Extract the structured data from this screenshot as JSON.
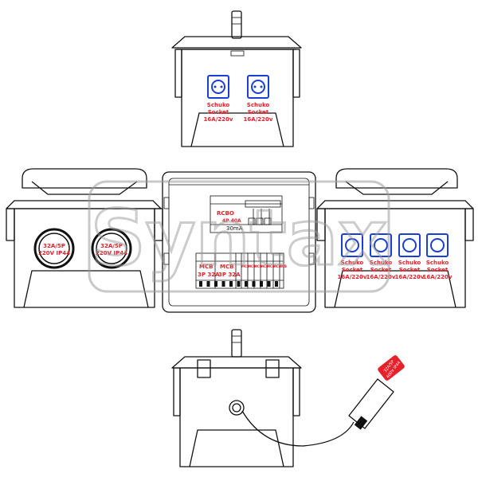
{
  "watermark": "Syntax",
  "colors": {
    "label": "#e8202a",
    "socket_blue": "#1a3fd6",
    "outline": "#111111"
  },
  "top_box": {
    "sockets": [
      {
        "line1": "Schuko",
        "line2": "Socket",
        "line3": "16A/220v"
      },
      {
        "line1": "Schuko",
        "line2": "Socket",
        "line3": "16A/220v"
      }
    ]
  },
  "left_box": {
    "sockets": [
      {
        "line1": "32A/5P",
        "line2": "220V IP44"
      },
      {
        "line1": "32A/5P",
        "line2": "220V IP44"
      }
    ]
  },
  "right_box": {
    "sockets": [
      {
        "line1": "Schuko",
        "line2": "Socket",
        "line3": "16A/220v"
      },
      {
        "line1": "Schuko",
        "line2": "Socket",
        "line3": "16A/220v"
      },
      {
        "line1": "Schuko",
        "line2": "Socket",
        "line3": "16A/220v"
      },
      {
        "line1": "Schuko",
        "line2": "Socket",
        "line3": "16A/220v"
      }
    ]
  },
  "panel": {
    "rcbo": {
      "line1": "RCBO",
      "line2": "4P 40A",
      "line3": "30mA"
    },
    "mcb": [
      {
        "line1": "MCB",
        "line2": "3P 32A"
      },
      {
        "line1": "MCB",
        "line2": "3P 32A"
      }
    ],
    "small_mcbs": [
      "MCB",
      "MCB",
      "MCB",
      "MCB",
      "MCB",
      "MCB",
      "MCB"
    ]
  },
  "bottom_box": {
    "plug_label_line1": "32A/5P",
    "plug_label_line2": "400V IP44"
  }
}
